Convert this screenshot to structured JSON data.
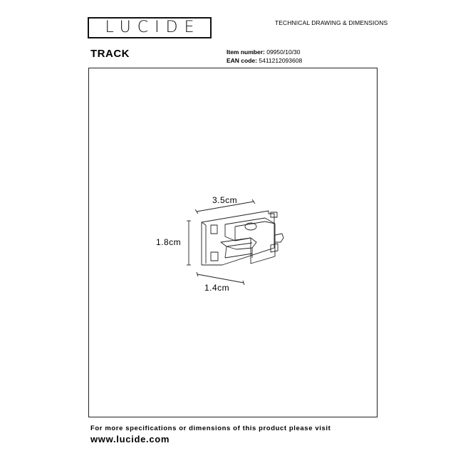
{
  "brand": {
    "logo_text": "LUCIDE"
  },
  "header": {
    "doc_title": "TECHNICAL DRAWING & DIMENSIONS",
    "product_name": "TRACK",
    "item_number_label": "Item number:",
    "item_number": "09950/10/30",
    "ean_label": "EAN code:",
    "ean": "5411212093608"
  },
  "dimensions": {
    "width": "3.5cm",
    "height": "1.8cm",
    "depth": "1.4cm"
  },
  "footer": {
    "note": "For more specifications or dimensions of this product please visit",
    "url": "www.lucide.com"
  }
}
